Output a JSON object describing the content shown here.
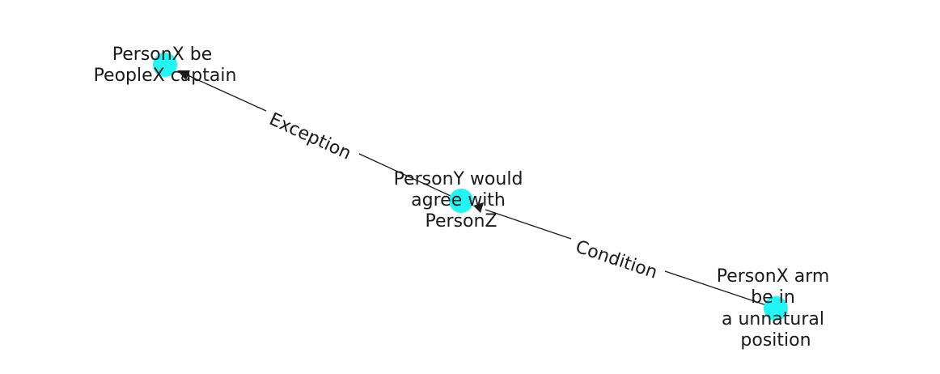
{
  "graph": {
    "node_color": "#22f5f5",
    "edge_color": "#1a1a1a",
    "nodes": [
      {
        "id": "n1",
        "lines": [
          "PersonX be",
          "PeopleX captain"
        ]
      },
      {
        "id": "n2",
        "lines": [
          "PersonY would",
          "agree with",
          "PersonZ"
        ]
      },
      {
        "id": "n3",
        "lines": [
          "PersonX arm",
          "be in",
          "a unnatural",
          "position"
        ]
      }
    ],
    "edges": [
      {
        "id": "e1",
        "source": "n2",
        "target": "n1",
        "label": "Exception"
      },
      {
        "id": "e2",
        "source": "n3",
        "target": "n2",
        "label": "Condition"
      }
    ]
  }
}
